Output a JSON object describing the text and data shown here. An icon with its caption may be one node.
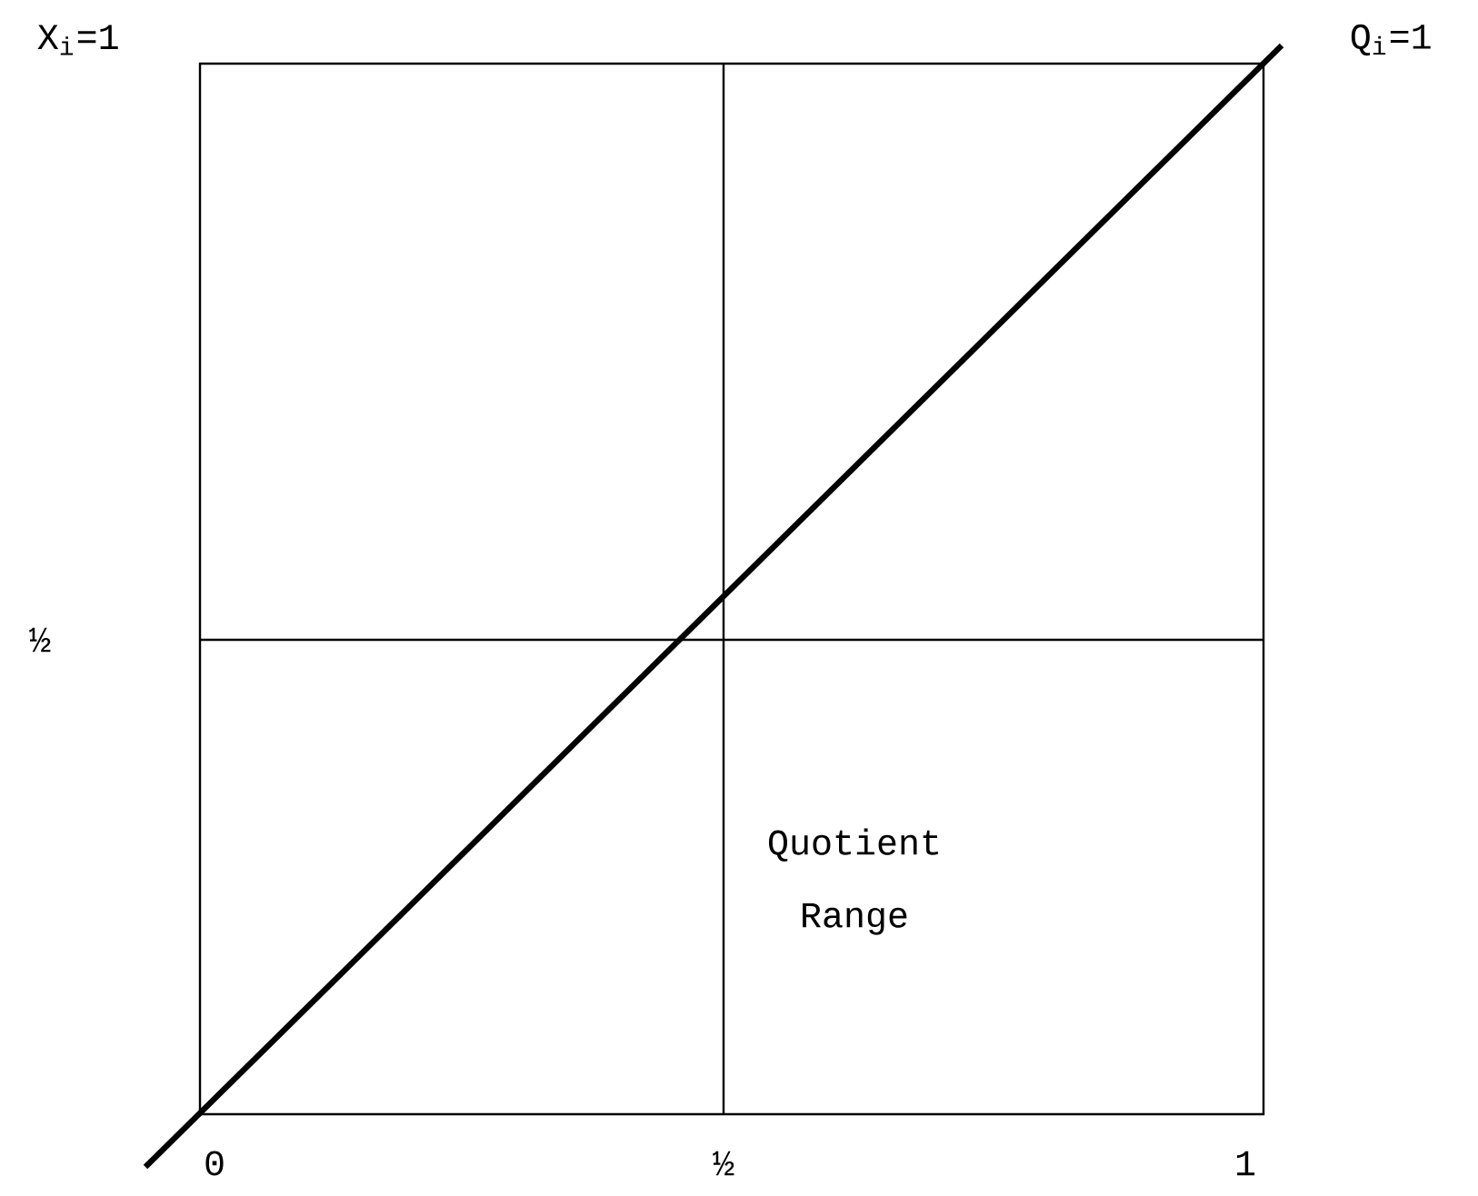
{
  "diagram": {
    "labels": [
      "X$_{i}$=1",
      "Q$_{i}$=1",
      "½",
      "Quotient Range",
      "0",
      "½",
      "1"
    ]
  }
}
